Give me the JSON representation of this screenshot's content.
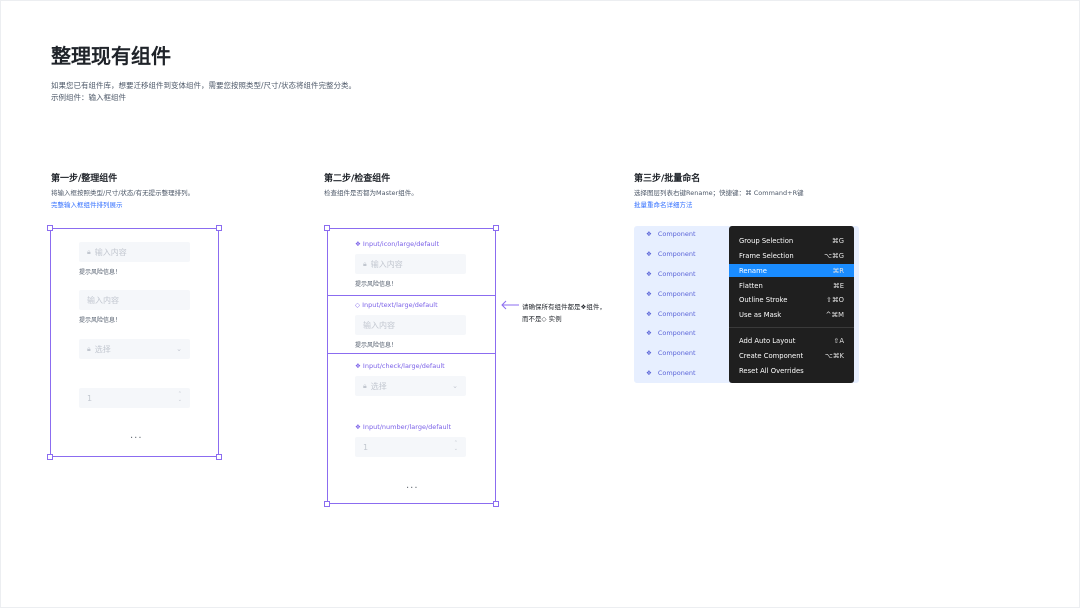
{
  "title": "整理现有组件",
  "description": {
    "line1": "如果您已有组件库，想要迁移组件到变体组件，需要您按照类型/尺寸/状态将组件完整分类。",
    "line2": "示例组件：输入框组件"
  },
  "steps": [
    {
      "title": "第一步/整理组件",
      "desc": "将输入框按照类型/尺寸/状态/有无提示整理排列。",
      "link": "完整输入框组件排列展示"
    },
    {
      "title": "第二步/检查组件",
      "desc": "检查组件是否都为Master组件。"
    },
    {
      "title": "第三步/批量命名",
      "desc": "选择图层列表右键Rename；快捷键：⌘ Command+R键",
      "link": "批量重命名详细方法"
    }
  ],
  "step1": {
    "placeholder1": "输入内容",
    "hint1": "提示风险信息！",
    "placeholder2": "输入内容",
    "hint2": "提示风险信息！",
    "select_placeholder": "选择",
    "number_value": "1",
    "more": "..."
  },
  "step2": {
    "comp1_label": "Input/icon/large/default",
    "comp1_placeholder": "输入内容",
    "comp1_hint": "提示风险信息！",
    "comp2_label": "Input/text/large/default",
    "comp2_placeholder": "输入内容",
    "comp2_hint": "提示风险信息！",
    "comp3_label": "Input/check/large/default",
    "comp3_placeholder": "选择",
    "comp4_label": "Input/number/large/default",
    "comp4_value": "1",
    "more": "...",
    "note_line1": "请确保所有组件都是❖组件，",
    "note_line2": "而不是◇ 实例"
  },
  "step3": {
    "layers": [
      "Component",
      "Component",
      "Component",
      "Component",
      "Component",
      "Component",
      "Component",
      "Component"
    ],
    "menu": [
      {
        "label": "Group Selection",
        "shortcut": "⌘G"
      },
      {
        "label": "Frame Selection",
        "shortcut": "⌥⌘G"
      },
      {
        "label": "Rename",
        "shortcut": "⌘R"
      },
      {
        "label": "Flatten",
        "shortcut": "⌘E"
      },
      {
        "label": "Outline Stroke",
        "shortcut": "⇧⌘O"
      },
      {
        "label": "Use as Mask",
        "shortcut": "^⌘M"
      },
      {
        "label": "Add Auto Layout",
        "shortcut": "⇧A"
      },
      {
        "label": "Create Component",
        "shortcut": "⌥⌘K"
      },
      {
        "label": "Reset All Overrides",
        "shortcut": ""
      }
    ]
  },
  "colors": {
    "accent_purple": "#8b6cf0",
    "link_blue": "#3370ff",
    "menu_highlight": "#1a8cff"
  }
}
